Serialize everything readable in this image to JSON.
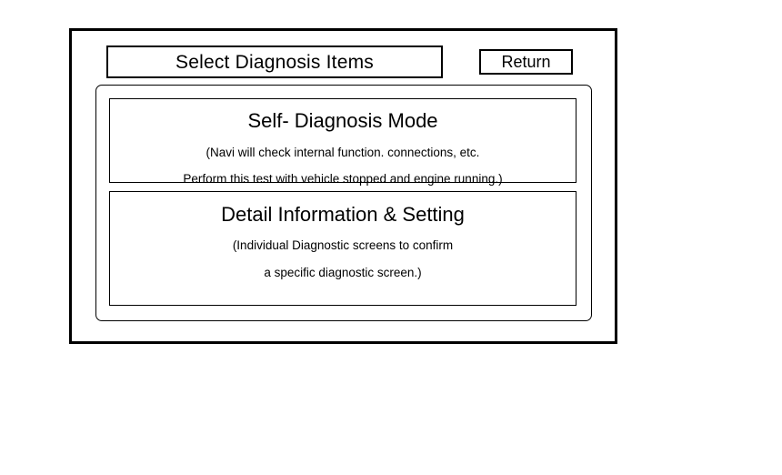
{
  "screen": {
    "header": {
      "title": "Select Diagnosis Items",
      "return_label": "Return"
    },
    "menu_items": [
      {
        "id": "self-diagnosis",
        "heading": "Self- Diagnosis Mode",
        "description_lines": [
          "(Navi will check internal function. connections, etc.",
          "Perform this test with vehicle stopped and engine running.)"
        ]
      },
      {
        "id": "detail-info",
        "heading": "Detail Information & Setting",
        "description_lines": [
          "(Individual Diagnostic screens to confirm",
          "a specific diagnostic screen.)"
        ]
      }
    ]
  },
  "colors": {
    "background": "#ffffff",
    "foreground": "#000000",
    "border": "#000000"
  }
}
